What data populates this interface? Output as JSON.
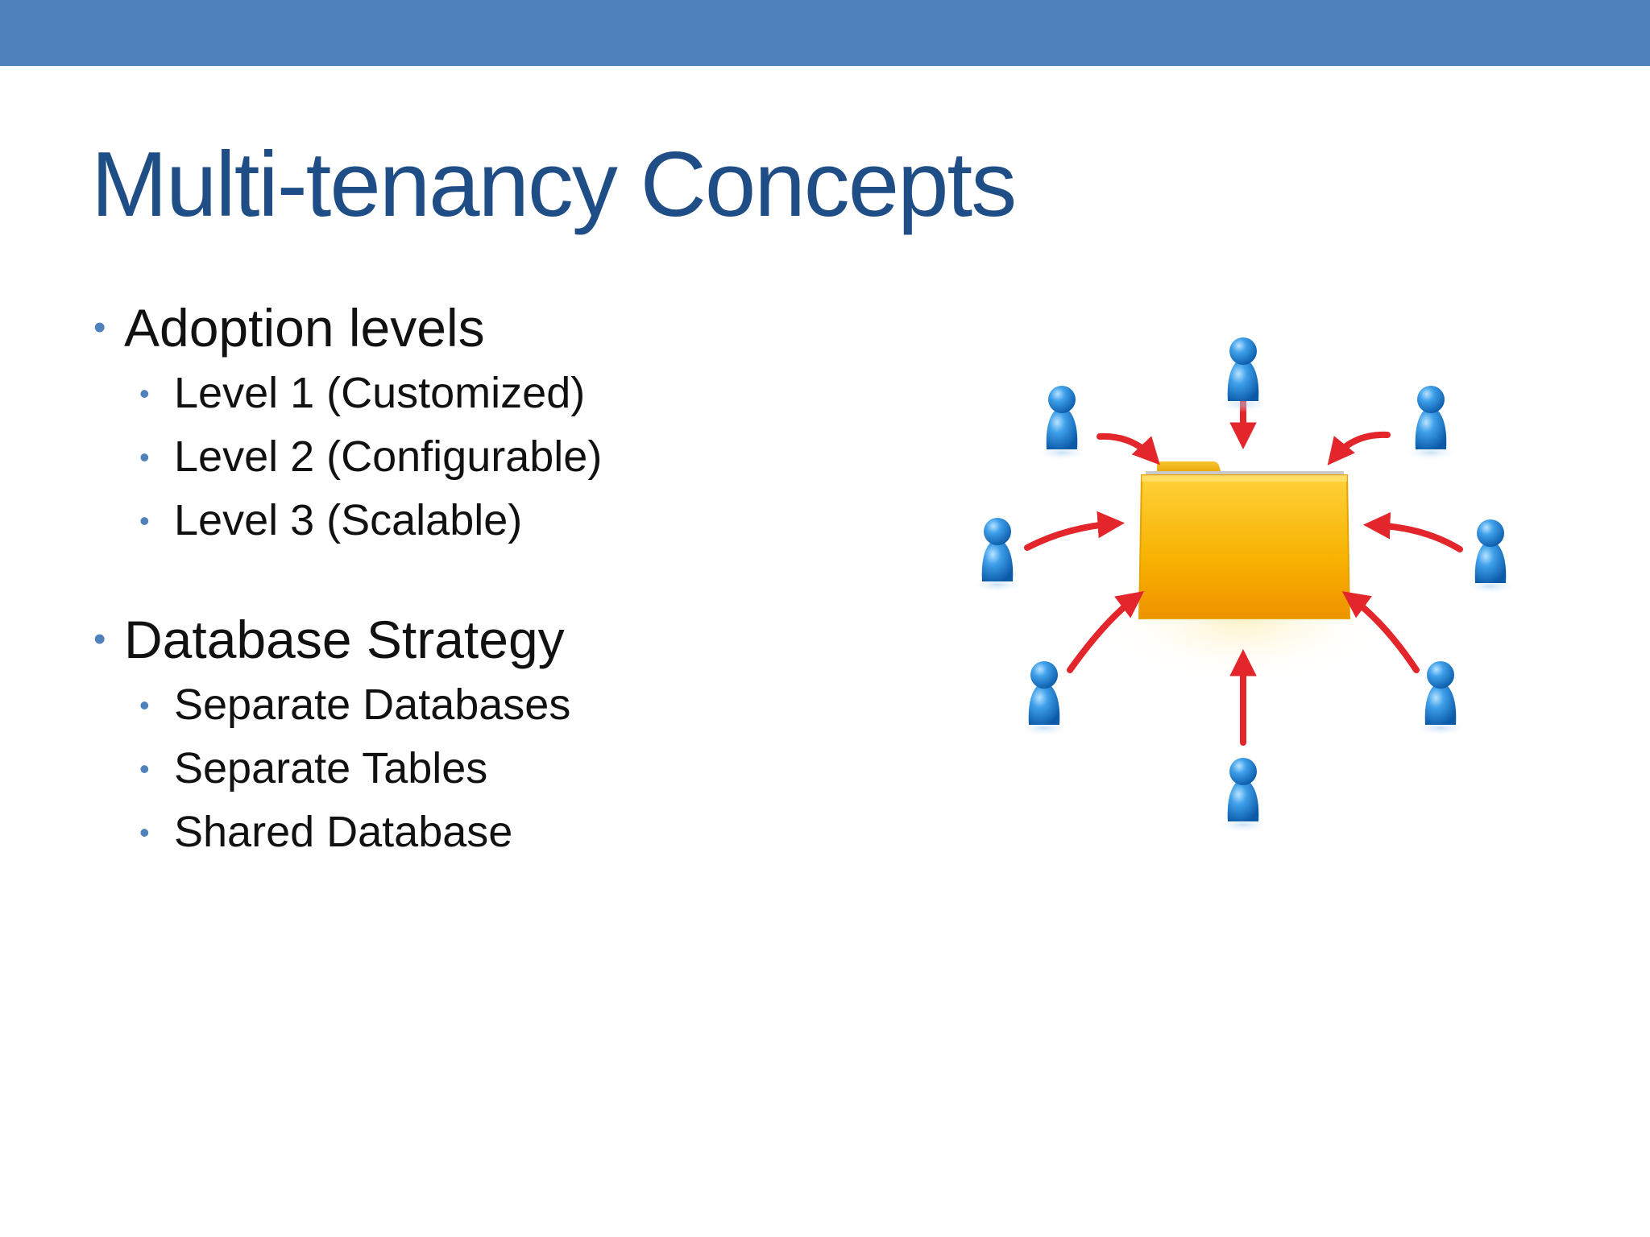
{
  "slide": {
    "title": "Multi-tenancy Concepts",
    "sections": [
      {
        "heading": "Adoption levels",
        "items": [
          "Level 1 (Customized)",
          "Level 2 (Configurable)",
          "Level 3 (Scalable)"
        ]
      },
      {
        "heading": "Database Strategy",
        "items": [
          "Separate Databases",
          "Separate Tables",
          "Shared Database"
        ]
      }
    ],
    "bullet_glyph": "•"
  },
  "colors": {
    "header_bar": "#4f81bd",
    "title": "#1f4e86",
    "bullet": "#4f81bd",
    "folder": "#f5a800",
    "arrow": "#e3262b",
    "person": "#1e7fd1"
  },
  "graphic": {
    "center_icon": "folder-icon",
    "person_icon": "person-icon",
    "arrow_icon": "arrow-icon",
    "person_count": 8
  }
}
